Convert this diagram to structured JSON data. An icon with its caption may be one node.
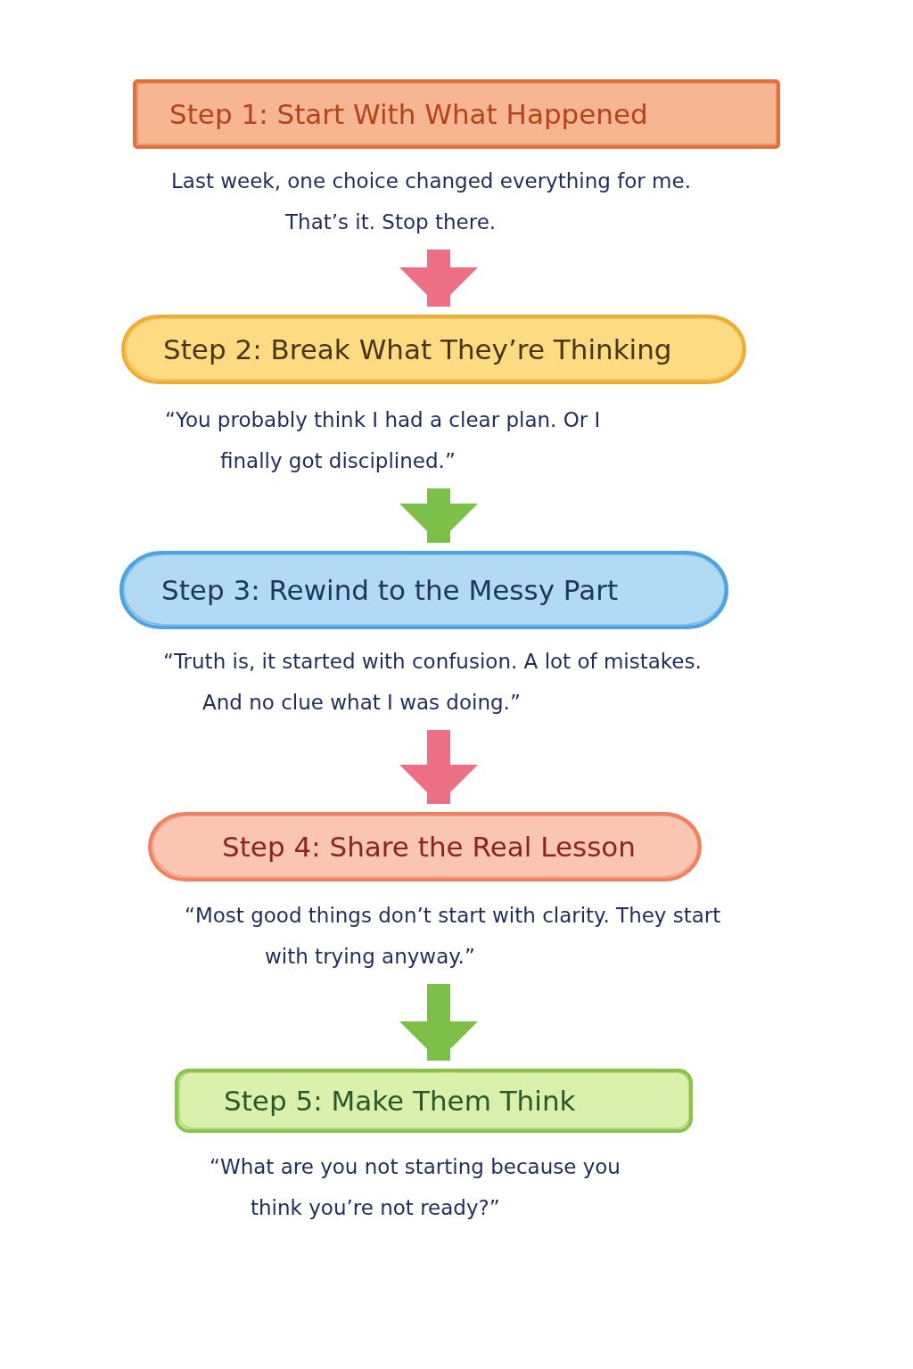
{
  "diagram": {
    "nodes": [
      {
        "text": [
          "Step 1: Start With What Happened"
        ],
        "beside": [
          "Last week, one choice changed everything for me.",
          "That’s it. Stop there."
        ]
      },
      {
        "text": [
          "Step 2: Break What They’re Thinking"
        ],
        "beside": [
          "“You probably think I had a clear plan. Or I finally got disciplined.”"
        ]
      },
      {
        "text": [
          "Step 3: Rewind to the Messy Part"
        ],
        "beside": [
          "“Truth is, it started with confusion. A lot of mistakes. And no clue what I was doing.”"
        ]
      },
      {
        "text": [
          "Step 4: Share the Real Lesson"
        ],
        "beside": [
          "“Most good things don’t start with clarity. They start with trying anyway.”"
        ]
      },
      {
        "text": [
          "Step 5: Make Them Think"
        ],
        "beside": [
          "“What are you not starting because you think you’re not ready?”"
        ]
      }
    ],
    "edges": [
      {
        "from": 0,
        "to": 1,
        "arrow": "to",
        "color": "#ec6f86"
      },
      {
        "from": 1,
        "to": 2,
        "arrow": "to",
        "color": "#7cc04a"
      },
      {
        "from": 2,
        "to": 3,
        "arrow": "to",
        "color": "#ec6f86"
      },
      {
        "from": 3,
        "to": 4,
        "arrow": "to",
        "color": "#7cc04a"
      }
    ]
  }
}
